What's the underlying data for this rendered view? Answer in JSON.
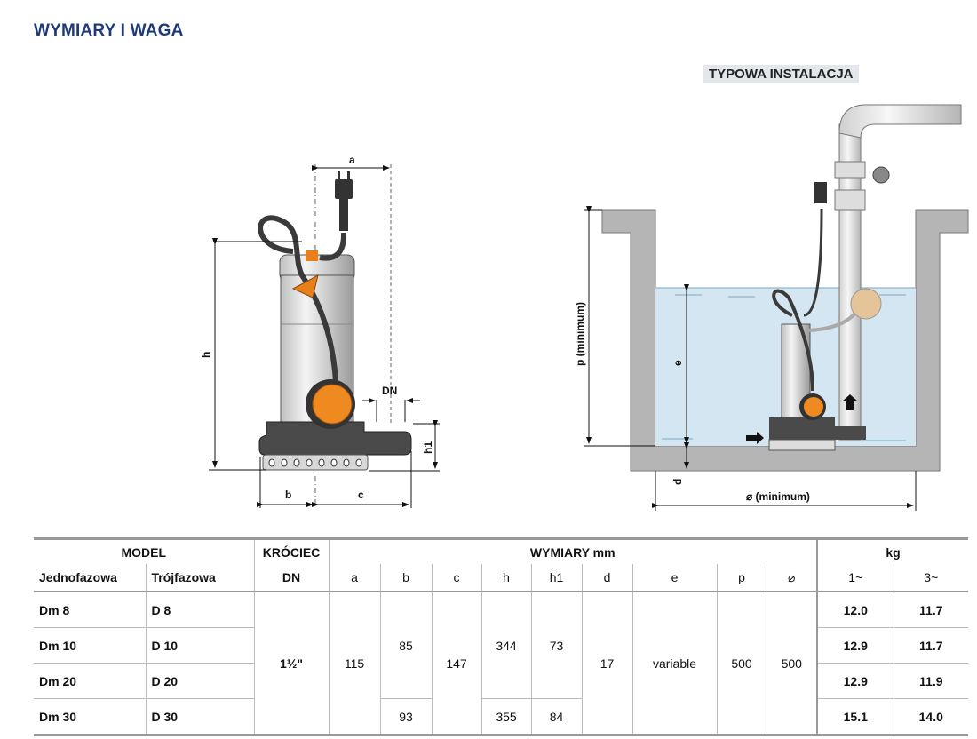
{
  "page": {
    "title": "WYMIARY I WAGA",
    "installation_title": "TYPOWA INSTALACJA"
  },
  "pump_diagram": {
    "labels": {
      "a": "a",
      "h": "h",
      "DN": "DN",
      "h1": "h1",
      "b": "b",
      "c": "c"
    }
  },
  "installation_diagram": {
    "labels": {
      "p": "p (minimum)",
      "e": "e",
      "d": "d",
      "diameter": "⌀ (minimum)"
    }
  },
  "table": {
    "group_headers": {
      "model": "MODEL",
      "krociec": "KRÓCIEC",
      "wymiary": "WYMIARY mm",
      "kg": "kg"
    },
    "sub_headers": {
      "jednofazowa": "Jednofazowa",
      "trojfazowa": "Trójfazowa",
      "dn": "DN",
      "a": "a",
      "b": "b",
      "c": "c",
      "h": "h",
      "h1": "h1",
      "d": "d",
      "e": "e",
      "p": "p",
      "diam": "⌀",
      "kg1": "1~",
      "kg3": "3~"
    },
    "rows": [
      {
        "jedno": "Dm 8",
        "troj": "D 8",
        "kg1": "12.0",
        "kg3": "11.7"
      },
      {
        "jedno": "Dm 10",
        "troj": "D 10",
        "kg1": "12.9",
        "kg3": "11.7"
      },
      {
        "jedno": "Dm 20",
        "troj": "D 20",
        "kg1": "12.9",
        "kg3": "11.9"
      },
      {
        "jedno": "Dm 30",
        "troj": "D 30",
        "kg1": "15.1",
        "kg3": "14.0"
      }
    ],
    "shared": {
      "dn": "1½\"",
      "a": "115",
      "b_1_3": "85",
      "b_4": "93",
      "c": "147",
      "h_1_3": "344",
      "h_4": "355",
      "h1_1_3": "73",
      "h1_4": "84",
      "d": "17",
      "e": "variable",
      "p": "500",
      "diam": "500"
    }
  }
}
